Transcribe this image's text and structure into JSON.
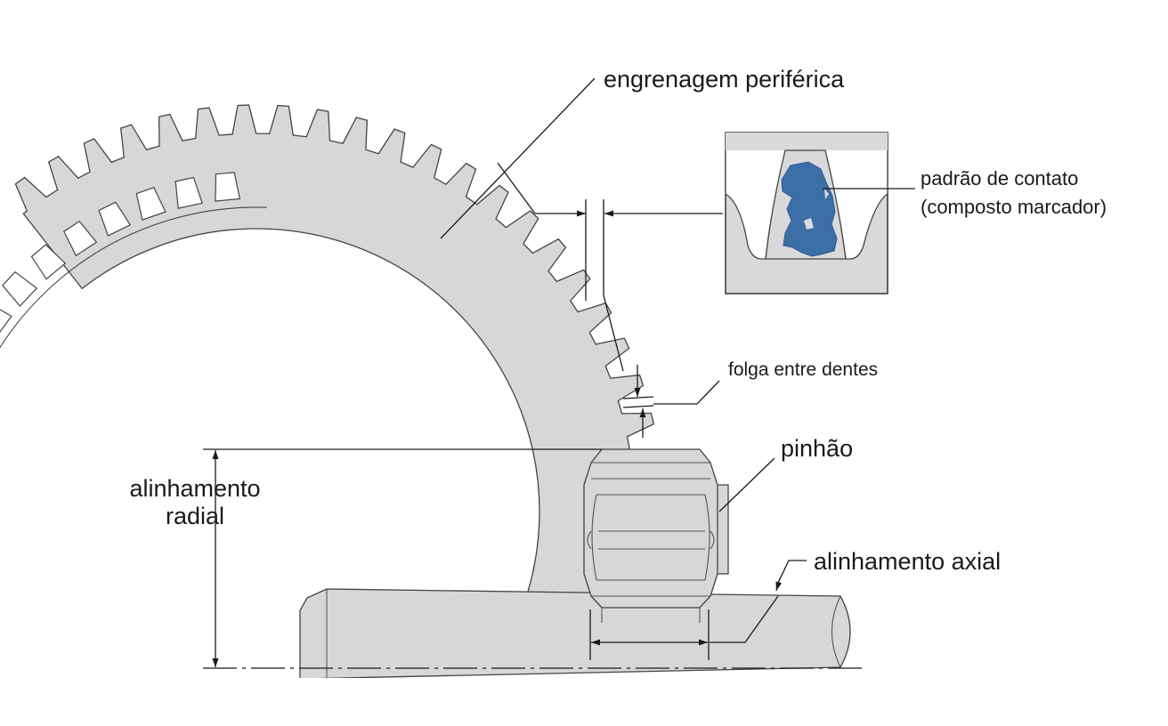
{
  "labels": {
    "ring_gear": "engrenagem periférica",
    "contact_pattern_line1": "padrão de contato",
    "contact_pattern_line2": "(composto marcador)",
    "backlash": "folga entre dentes",
    "pinion": "pinhão",
    "radial_line1": "alinhamento",
    "radial_line2": "radial",
    "axial": "alinhamento axial"
  },
  "colors": {
    "part_fill": "#d6d7d8",
    "outline": "#444444",
    "ink": "#1a1a1a",
    "contact_compound": "#3b6fa6"
  }
}
